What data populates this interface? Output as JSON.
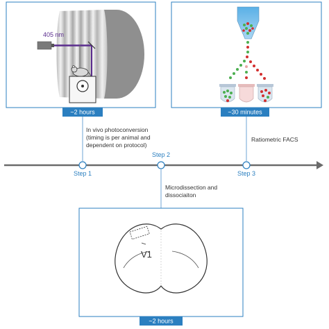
{
  "panels": {
    "photo": {
      "duration": "~2 hours",
      "laser_label": "405 nm"
    },
    "facs": {
      "duration": "~30 minutes"
    },
    "brain": {
      "duration": "~2 hours",
      "region_label": "V1"
    }
  },
  "timeline": {
    "steps": [
      {
        "label": "Step 1"
      },
      {
        "label": "Step 2"
      },
      {
        "label": "Step 3"
      }
    ]
  },
  "annotations": {
    "step1": [
      "In vivo photoconversion",
      "(timing is per animal and",
      "dependent on protocol)"
    ],
    "step2": [
      "Microdissection and",
      "dissociaiton"
    ],
    "step3": [
      "Ratiometric FACS"
    ]
  },
  "colors": {
    "accent": "#2b7fc0",
    "laser": "#5b2d8e",
    "green_cell": "#4caf50",
    "red_cell": "#d32f2f",
    "drum_gray": "#9e9e9e"
  }
}
